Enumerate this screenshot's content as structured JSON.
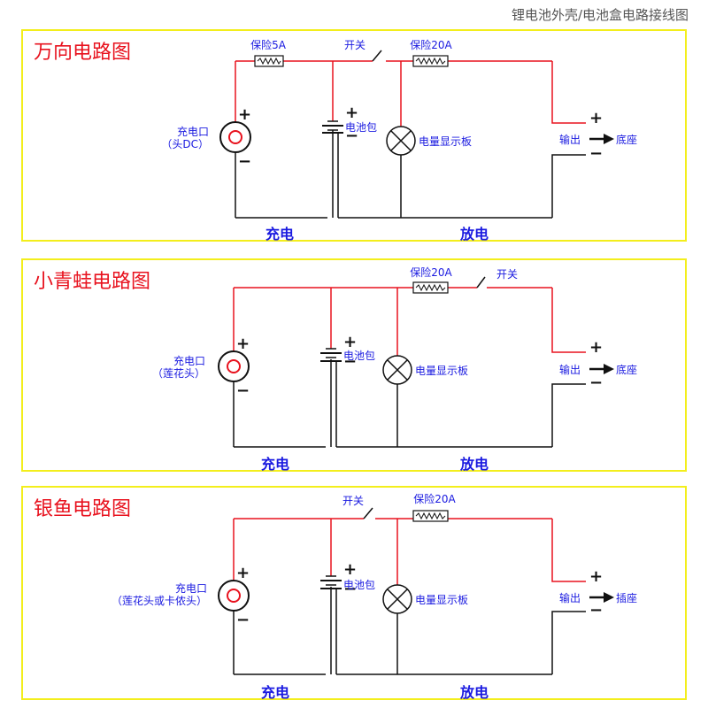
{
  "caption": "锂电池外壳/电池盒电路接线图",
  "colors": {
    "wire_red": "#e8121e",
    "wire_black": "#111111",
    "label_blue": "#1a1ae0",
    "frame_yellow": "#f3ee1c"
  },
  "icons": {
    "fuse": "fuse-icon",
    "switch": "switch-icon",
    "port": "charge-port-icon",
    "battery": "battery-icon",
    "lamp": "lamp-icon",
    "arrow": "arrow-right-icon"
  },
  "panels": [
    {
      "title": "万向电路图",
      "fuse_a": "保险5A",
      "switch": "开关",
      "fuse_b": "保险20A",
      "port_line1": "充电口",
      "port_line2": "（头DC）",
      "battery": "电池包",
      "display": "电量显示板",
      "output": "输出",
      "socket": "底座",
      "charge": "充电",
      "discharge": "放电",
      "plus": "+",
      "minus": "−"
    },
    {
      "title": "小青蛙电路图",
      "fuse_b": "保险20A",
      "switch": "开关",
      "port_line1": "充电口",
      "port_line2": "（莲花头）",
      "battery": "电池包",
      "display": "电量显示板",
      "output": "输出",
      "socket": "底座",
      "charge": "充电",
      "discharge": "放电",
      "plus": "+",
      "minus": "−"
    },
    {
      "title": "银鱼电路图",
      "switch": "开关",
      "fuse_b": "保险20A",
      "port_line1": "充电口",
      "port_line2": "（莲花头或卡侬头）",
      "battery": "电池包",
      "display": "电量显示板",
      "output": "输出",
      "socket": "插座",
      "charge": "充电",
      "discharge": "放电",
      "plus": "+",
      "minus": "−"
    }
  ]
}
